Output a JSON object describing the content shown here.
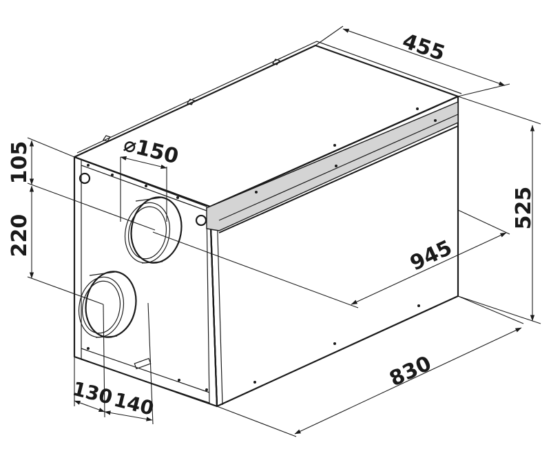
{
  "dimensions": {
    "width_top": "455",
    "height_right": "525",
    "depth_diagonal": "945",
    "length_bottom": "830",
    "offset_top": "105",
    "spacing_vertical": "220",
    "duct_diameter": "⌀150",
    "offset_left": "130",
    "spacing_horizontal": "140"
  },
  "colors": {
    "line": "#1a1a1a",
    "top_face": "#f2f2f2",
    "side_face": "#ffffff",
    "front_face": "#fafafa",
    "rail": "#d4d4d4"
  }
}
